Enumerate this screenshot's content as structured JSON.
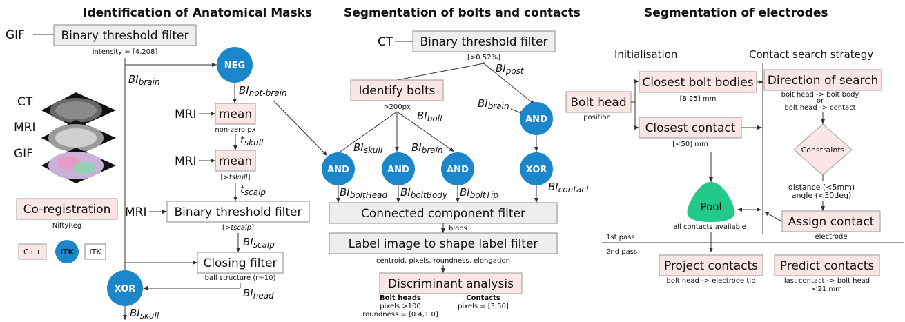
{
  "colors": {
    "node_blue": "#1b86c9",
    "box_pink": "#fae6e6",
    "box_gray": "#eeeeee",
    "pool_green": "#22c98a"
  },
  "titles": {
    "left": "Identification of Anatomical Masks",
    "middle": "Segmentation of bolts and contacts",
    "right": "Segmentation of electrodes"
  },
  "left": {
    "gif": "GIF",
    "bt1": "Binary threshold filter",
    "bt1_note": "intensity = [4,208]",
    "bi_brain": "BI",
    "bi_brain_sub": "brain",
    "neg": "NEG",
    "bi_notbrain": "BI",
    "bi_notbrain_sub": "not-brain",
    "mri1": "MRI",
    "mean1": "mean",
    "mean1_note": "non-zero px",
    "t_skull": "t",
    "t_skull_sub": "skull",
    "mri2": "MRI",
    "mean2": "mean",
    "mean2_note_pre": "[>",
    "mean2_note_it": "tskull",
    "mean2_note_post": "]",
    "t_scalp": "t",
    "t_scalp_sub": "scalp",
    "mri3": "MRI",
    "bt2": "Binary threshold filter",
    "bt2_note_pre": "[>",
    "bt2_note_it": "tscalp",
    "bt2_note_post": "]",
    "bi_scalp": "BI",
    "bi_scalp_sub": "scalp",
    "closing": "Closing filter",
    "closing_note": "ball structure (r=10)",
    "bi_head": "BI",
    "bi_head_sub": "head",
    "xor": "XOR",
    "bi_skull": "BI",
    "bi_skull_sub": "skull",
    "ct": "CT",
    "mri": "MRI",
    "gif_img": "GIF",
    "coreg": "Co-registration",
    "coreg_note": "NiftyReg",
    "cpp": "C++",
    "itk_circle": "ITK",
    "itk_box": "ITK"
  },
  "middle": {
    "ct": "CT",
    "bt": "Binary threshold filter",
    "bt_note": "[>0.52%]",
    "bi_post": "BI",
    "bi_post_sub": "post",
    "identify": "Identify bolts",
    "identify_note": ">200px",
    "bi_bolt": "BI",
    "bi_bolt_sub": "bolt",
    "bi_brain": "BI",
    "bi_brain_sub": "brain",
    "and_right": "AND",
    "bi_skull": "BI",
    "bi_skull_sub": "skull",
    "bi_brain2": "BI",
    "bi_brain2_sub": "brain",
    "and1": "AND",
    "and2": "AND",
    "and3": "AND",
    "xor": "XOR",
    "bi_bolthead": "BI",
    "bi_bolthead_sub": "boltHead",
    "bi_boltbody": "BI",
    "bi_boltbody_sub": "boltBody",
    "bi_bolttip": "BI",
    "bi_bolttip_sub": "boltTip",
    "bi_contact": "BI",
    "bi_contact_sub": "contact",
    "ccf": "Connected component filter",
    "blobs": "blobs",
    "label": "Label image to shape label filter",
    "label_note": "centroid, pixels, roundness, elongation",
    "da": "Discriminant analysis",
    "bolt_heads": "Bolt heads",
    "bolt_heads_l1": "pixels >100",
    "bolt_heads_l2": "roundness = [0.4,1.0]",
    "contacts": "Contacts",
    "contacts_l1": "pixels = [3,50]"
  },
  "right": {
    "init": "Initialisation",
    "strategy": "Contact search strategy",
    "bolt_head": "Bolt head",
    "bolt_head_note": "position",
    "closest_bolt": "Closest bolt bodies",
    "closest_bolt_note": "[8,25] mm",
    "closest_contact": "Closest contact",
    "closest_contact_note": "[<50] mm",
    "direction": "Direction of search",
    "dir_l1": "bolt head -> bolt body",
    "dir_l2": "or",
    "dir_l3": "bolt head -> contact",
    "constraints": "Constraints",
    "constr_l1": "distance (<5mm)",
    "constr_l2": "angle (<30deg)",
    "pool": "Pool",
    "pool_note": "all contacts available",
    "assign": "Assign contact",
    "assign_note": "electrode",
    "pass1": "1st pass",
    "pass2": "2nd pass",
    "project": "Project contacts",
    "project_note": "bolt head -> electrode tip",
    "predict": "Predict contacts",
    "predict_l1": "last contact -> bolt head",
    "predict_l2": "<21 mm"
  }
}
